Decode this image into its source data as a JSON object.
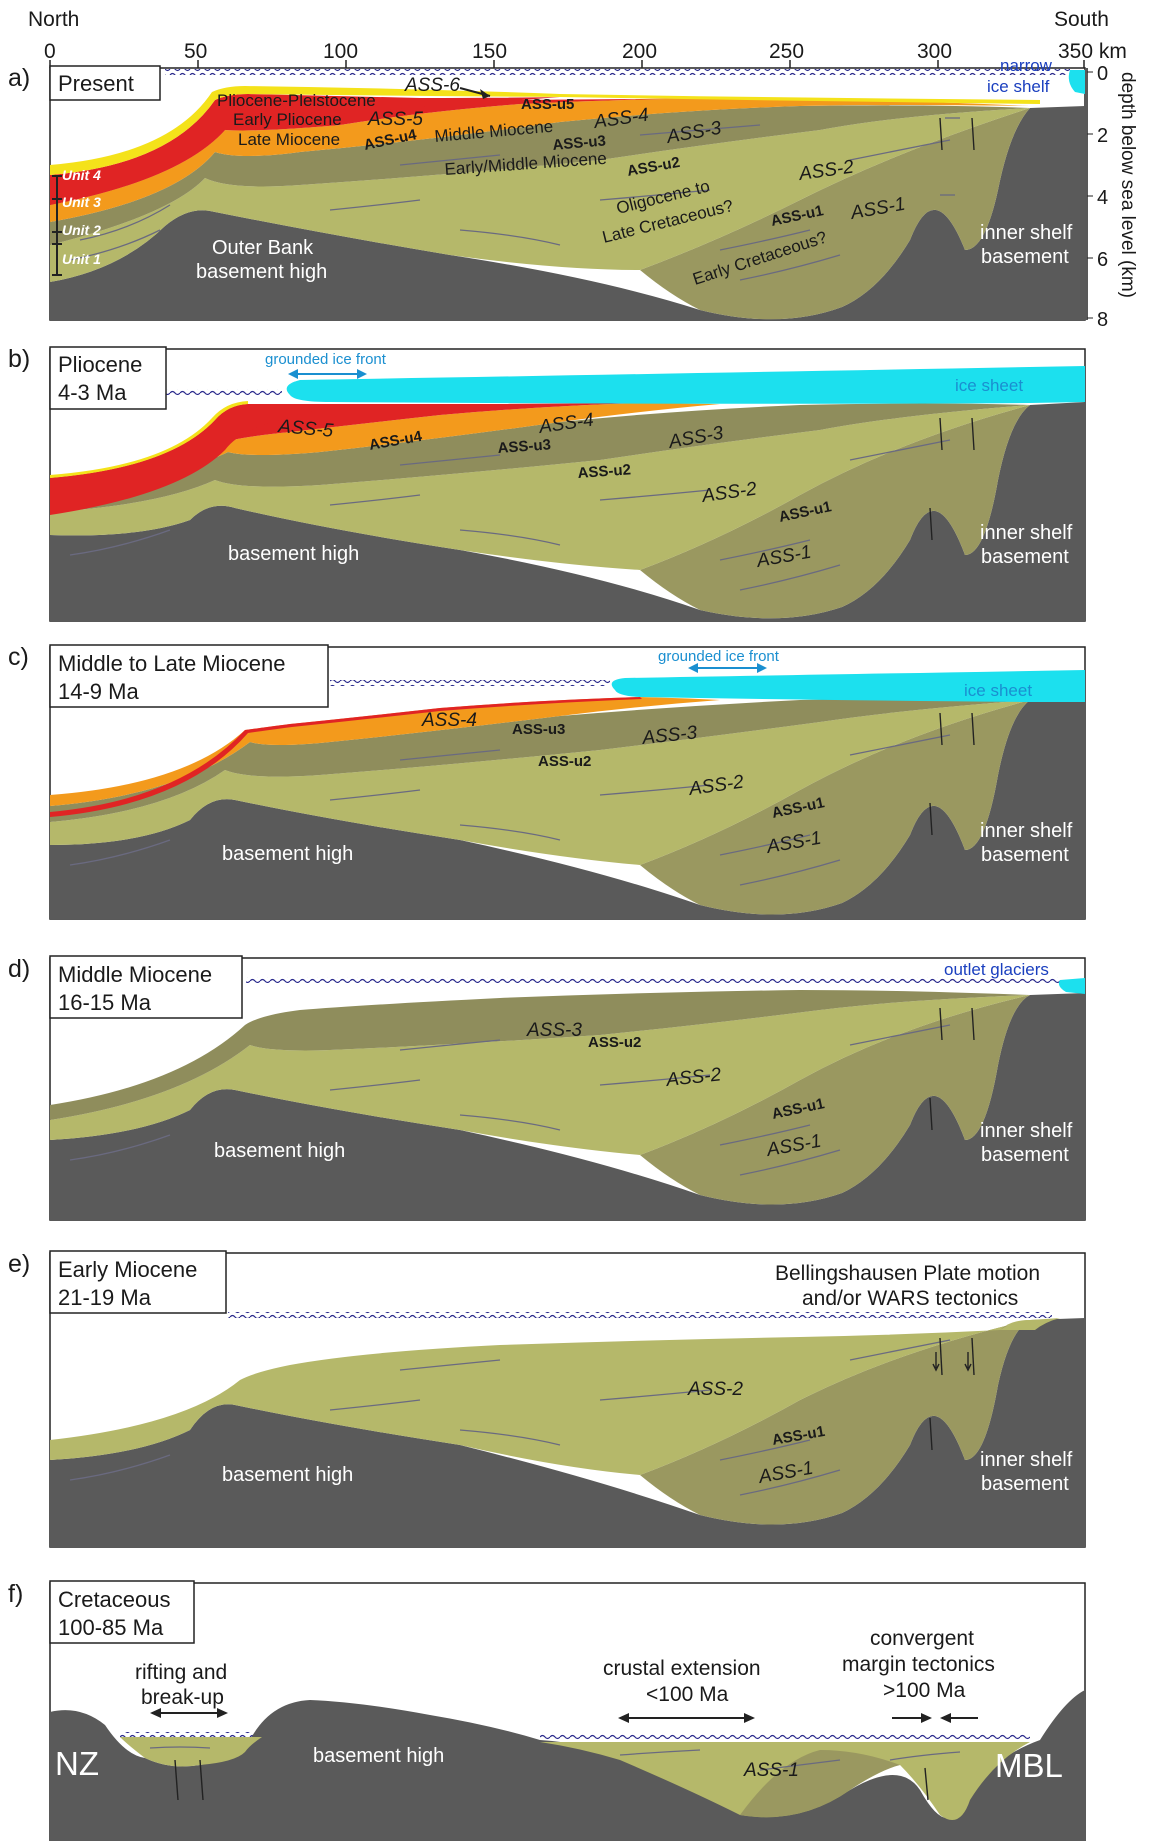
{
  "header": {
    "north": "North",
    "south": "South"
  },
  "axis": {
    "x_ticks": [
      "0",
      "50",
      "100",
      "150",
      "200",
      "250",
      "300",
      "350 km"
    ],
    "y_ticks": [
      "0",
      "2",
      "4",
      "6",
      "8"
    ],
    "y_label": "depth below sea level (km)"
  },
  "panels": [
    {
      "letter": "a)",
      "title_line1": "Present",
      "title_line2": ""
    },
    {
      "letter": "b)",
      "title_line1": "Pliocene",
      "title_line2": "4-3 Ma"
    },
    {
      "letter": "c)",
      "title_line1": "Middle to Late Miocene",
      "title_line2": "14-9 Ma"
    },
    {
      "letter": "d)",
      "title_line1": "Middle Miocene",
      "title_line2": "16-15 Ma"
    },
    {
      "letter": "e)",
      "title_line1": "Early Miocene",
      "title_line2": "21-19 Ma"
    },
    {
      "letter": "f)",
      "title_line1": "Cretaceous",
      "title_line2": "100-85 Ma"
    }
  ],
  "labels": {
    "a": {
      "narrow": "narrow",
      "ice_shelf": "ice shelf",
      "ass6": "ASS-6",
      "plio": "Pliocene-Pleistocene",
      "ass_u5": "ASS-u5",
      "early_plio": "Early Pliocene",
      "ass5": "ASS-5",
      "late_mio": "Late Miocene",
      "ass_u4": "ASS-u4",
      "mid_mio": "Middle Miocene",
      "ass4": "ASS-4",
      "ass_u3": "ASS-u3",
      "ass3": "ASS-3",
      "early_mid": "Early/Middle Miocene",
      "ass_u2": "ASS-u2",
      "ass2": "ASS-2",
      "oligo1": "Oligocene to",
      "oligo2": "Late Cretaceous?",
      "ass_u1": "ASS-u1",
      "ass1": "ASS-1",
      "early_cret": "Early Cretaceous?",
      "unit4": "Unit 4",
      "unit3": "Unit 3",
      "unit2": "Unit 2",
      "unit1": "Unit 1",
      "outer1": "Outer Bank",
      "outer2": "basement high",
      "inner1": "inner shelf",
      "inner2": "basement"
    },
    "b": {
      "grounded": "grounded ice front",
      "ice_sheet": "ice sheet",
      "ass5": "ASS-5",
      "ass_u4": "ASS-u4",
      "ass4": "ASS-4",
      "ass_u3": "ASS-u3",
      "ass3": "ASS-3",
      "ass_u2": "ASS-u2",
      "ass2": "ASS-2",
      "ass_u1": "ASS-u1",
      "ass1": "ASS-1",
      "basement": "basement high",
      "inner1": "inner shelf",
      "inner2": "basement"
    },
    "c": {
      "grounded": "grounded ice front",
      "ice_sheet": "ice sheet",
      "ass4": "ASS-4",
      "ass_u3": "ASS-u3",
      "ass3": "ASS-3",
      "ass_u2": "ASS-u2",
      "ass2": "ASS-2",
      "ass_u1": "ASS-u1",
      "ass1": "ASS-1",
      "basement": "basement high",
      "inner1": "inner shelf",
      "inner2": "basement"
    },
    "d": {
      "outlet": "outlet glaciers",
      "ass3": "ASS-3",
      "ass_u2": "ASS-u2",
      "ass2": "ASS-2",
      "ass_u1": "ASS-u1",
      "ass1": "ASS-1",
      "basement": "basement high",
      "inner1": "inner shelf",
      "inner2": "basement"
    },
    "e": {
      "plate1": "Bellingshausen Plate motion",
      "plate2": "and/or WARS tectonics",
      "ass2": "ASS-2",
      "ass_u1": "ASS-u1",
      "ass1": "ASS-1",
      "basement": "basement high",
      "inner1": "inner shelf",
      "inner2": "basement"
    },
    "f": {
      "rift1": "rifting and",
      "rift2": "break-up",
      "crust1": "crustal extension",
      "crust2": "<100 Ma",
      "conv1": "convergent",
      "conv2": "margin tectonics",
      "conv3": ">100 Ma",
      "nz": "NZ",
      "mbl": "MBL",
      "basement": "basement high",
      "ass1": "ASS-1"
    }
  },
  "colors": {
    "basement": "#5a5a5a",
    "green_light": "#b5b86a",
    "green_dark": "#8f8d5c",
    "orange": "#f39a1c",
    "red": "#e02424",
    "yellow": "#f4e21a",
    "ice": "#1ce0ee",
    "water": "#2a2a8c"
  }
}
